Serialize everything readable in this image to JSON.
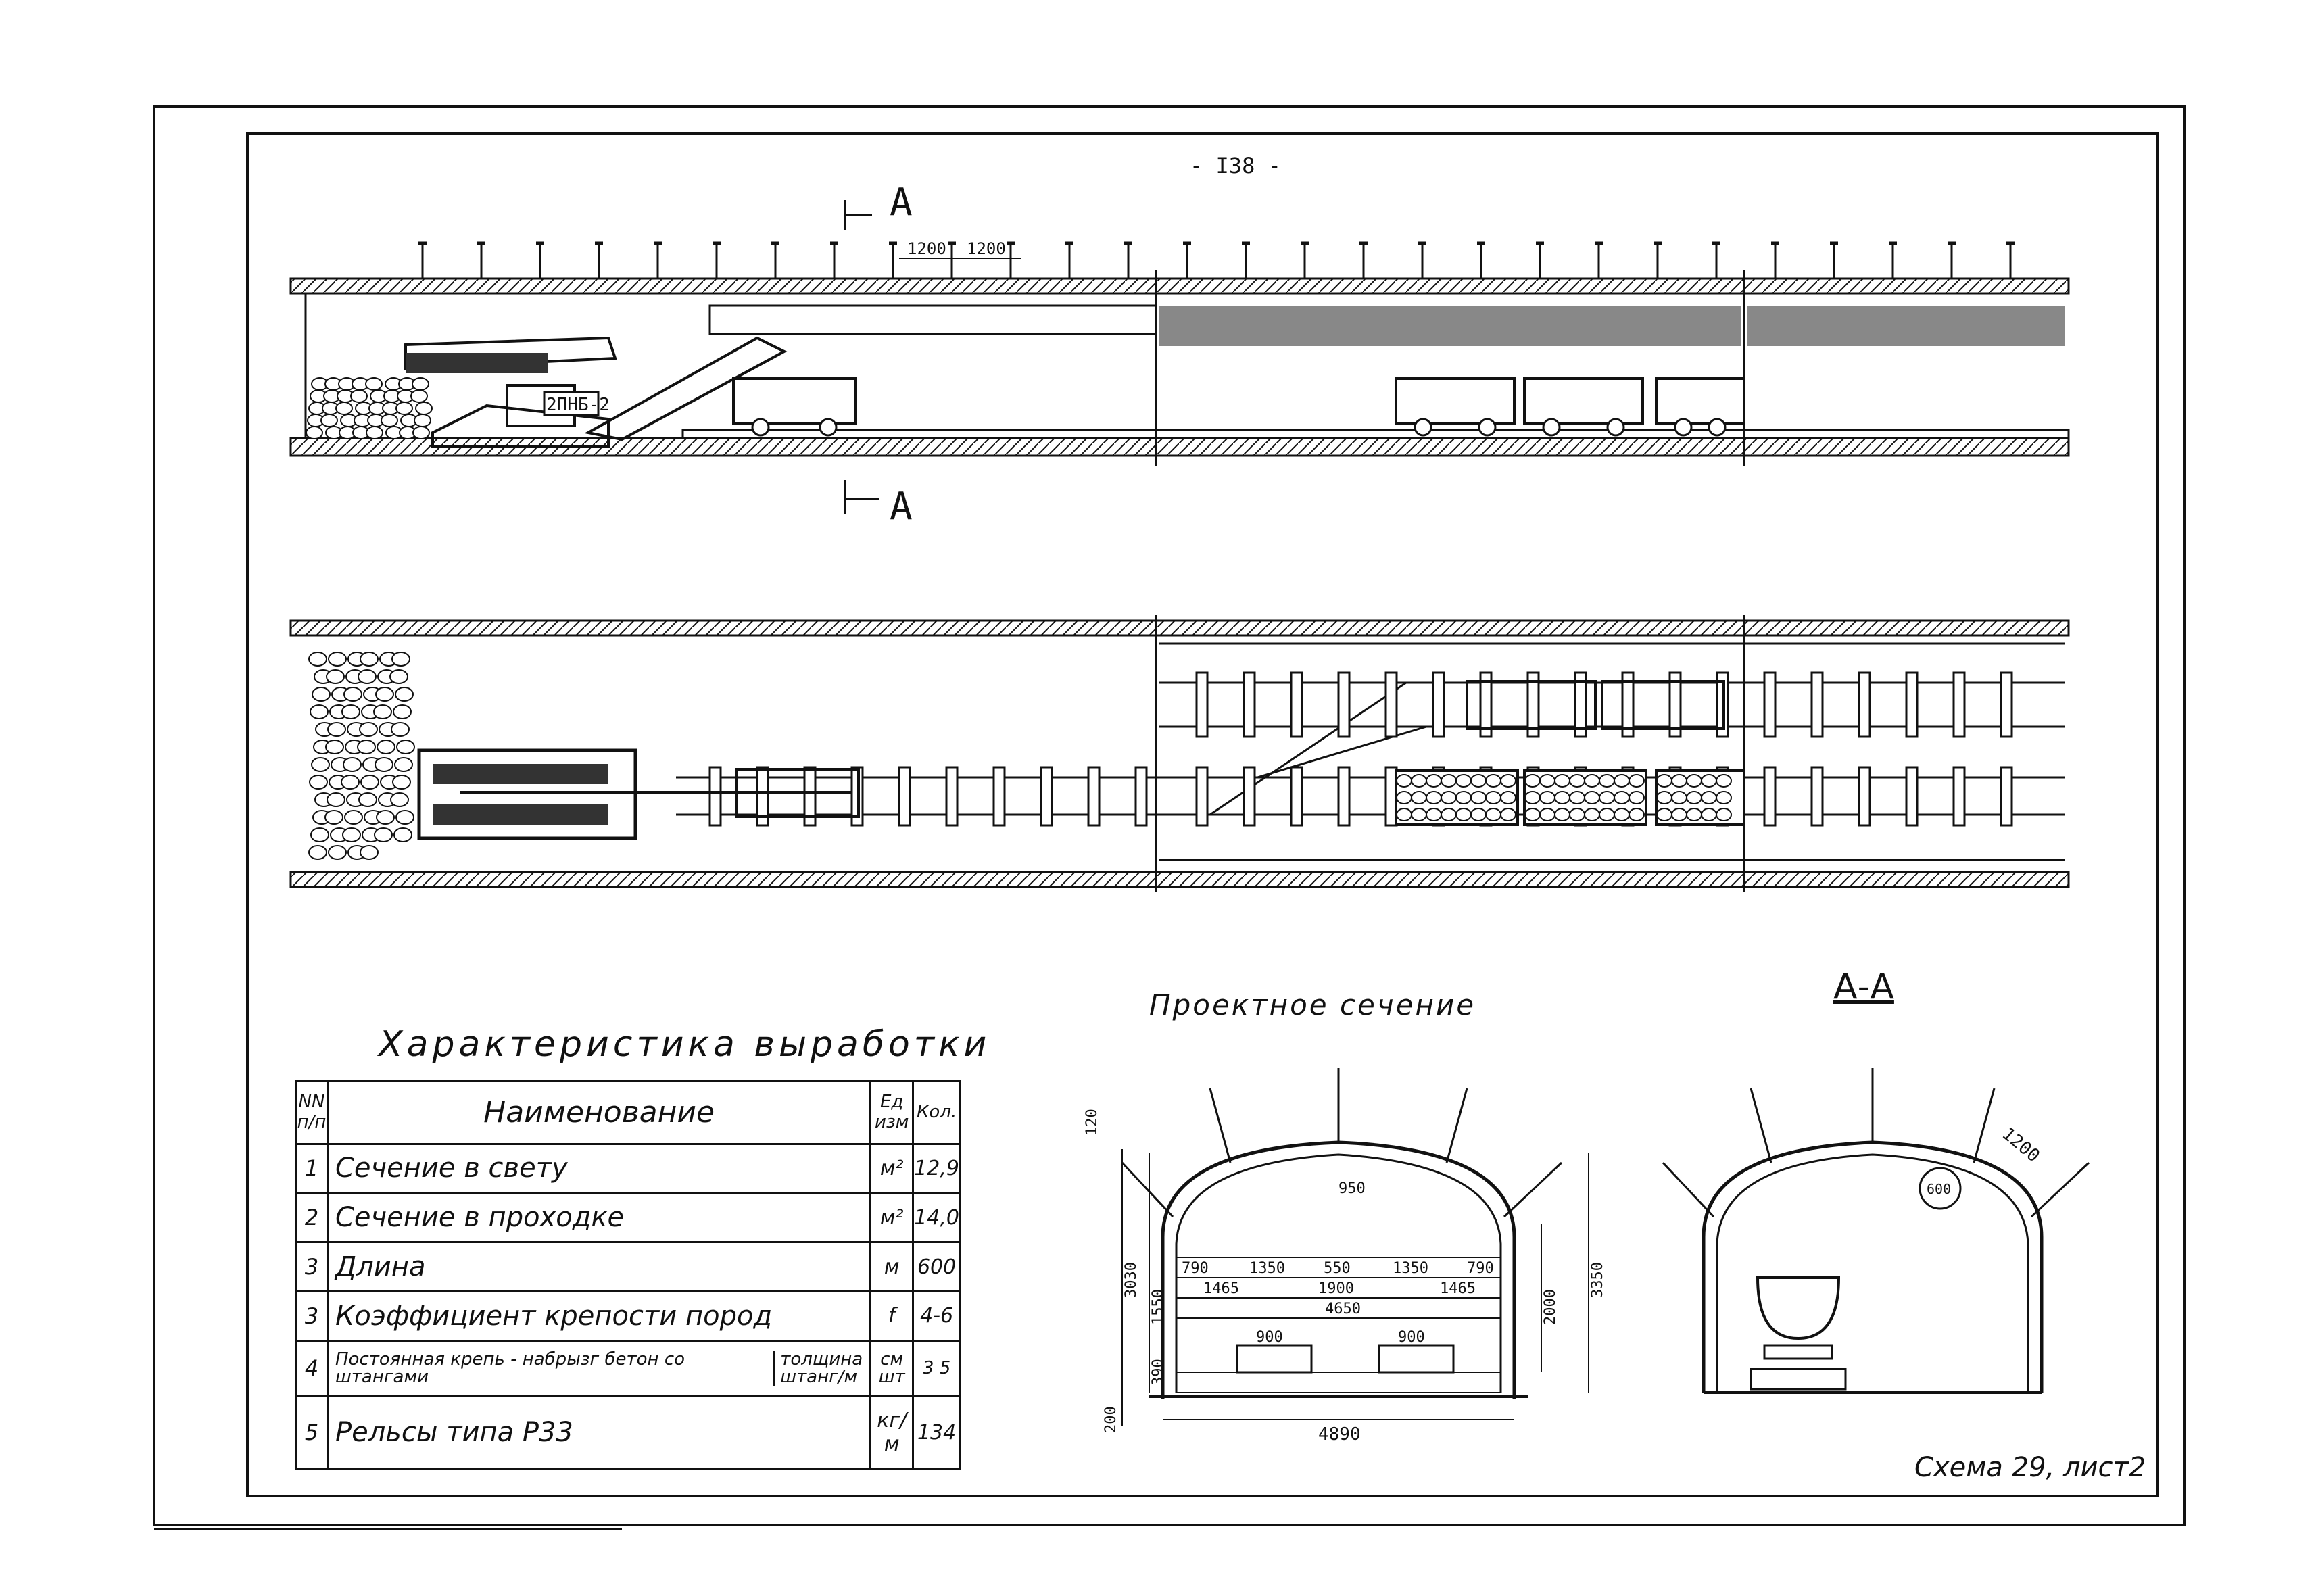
{
  "page_number": "- I38 -",
  "section_marks": {
    "top": "A",
    "bottom": "A"
  },
  "long_section": {
    "spacing_1": "1200",
    "spacing_2": "1200",
    "machine_label": "2ПНБ-2"
  },
  "characteristics": {
    "title": "Характеристика выработки",
    "headers": {
      "num": "NN п/п",
      "name": "Наименование",
      "unit": "Ед изм",
      "qty": "Кол."
    },
    "rows": [
      {
        "num": "1",
        "name": "Сечение в свету",
        "unit": "м²",
        "qty": "12,9"
      },
      {
        "num": "2",
        "name": "Сечение в проходке",
        "unit": "м²",
        "qty": "14,0"
      },
      {
        "num": "3",
        "name": "Длина",
        "unit": "м",
        "qty": "600"
      },
      {
        "num": "3",
        "name": "Коэффициент крепости пород",
        "unit": "f",
        "qty": "4-6"
      },
      {
        "num": "4",
        "name": "Постоянная крепь - набрызг бетон со штангами",
        "sub1": "толщина",
        "sub2": "штанг/м",
        "unit": "см шт",
        "qty": "3 5"
      },
      {
        "num": "5",
        "name": "Рельсы типа Р33",
        "unit": "кг/м",
        "qty": "134"
      }
    ]
  },
  "design_section": {
    "title": "Проектное сечение",
    "dims": {
      "d120": "120",
      "d950": "950",
      "d790a": "790",
      "d1350a": "1350",
      "d550": "550",
      "d1350b": "1350",
      "d790b": "790",
      "d1465a": "1465",
      "d1900": "1900",
      "d1465b": "1465",
      "d4650": "4650",
      "d900a": "900",
      "d900b": "900",
      "d3030": "3030",
      "d1550": "1550",
      "d390": "390",
      "d200": "200",
      "d2000": "2000",
      "d3350": "3350",
      "d4890": "4890"
    }
  },
  "section_aa": {
    "title": "А-А",
    "d1200": "1200",
    "pipe_label": "600"
  },
  "caption": "Схема 29, лист2"
}
